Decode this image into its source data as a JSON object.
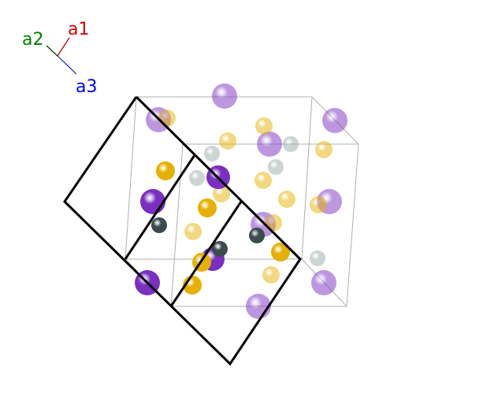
{
  "axes": {
    "a1": {
      "label": "a1",
      "color": "#e00000"
    },
    "a2": {
      "label": "a2",
      "color": "#008000"
    },
    "a3": {
      "label": "a3",
      "color": "#0000ff"
    }
  },
  "colors": {
    "purple": "#7a2fc0",
    "gold": "#e6b000",
    "dark_gray": "#3c4b4e",
    "light_gray": "#9aa8aa",
    "cell_line": "#b0b0b0",
    "plane_line": "#000000"
  }
}
